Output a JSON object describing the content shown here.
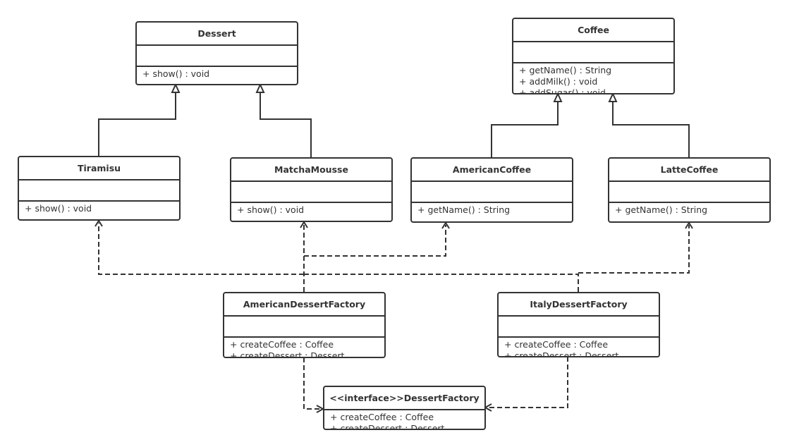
{
  "classes": {
    "dessert": {
      "name": "Dessert",
      "methods": [
        "+ show() : void"
      ]
    },
    "coffee": {
      "name": "Coffee",
      "methods": [
        "+ getName() : String",
        "+ addMilk() : void",
        "+ addSugar() : void"
      ]
    },
    "tiramisu": {
      "name": "Tiramisu",
      "methods": [
        "+ show() : void"
      ]
    },
    "matcha_mousse": {
      "name": "MatchaMousse",
      "methods": [
        "+ show() : void"
      ]
    },
    "american_coffee": {
      "name": "AmericanCoffee",
      "methods": [
        "+ getName() : String"
      ]
    },
    "latte_coffee": {
      "name": "LatteCoffee",
      "methods": [
        "+ getName() : String"
      ]
    },
    "american_dessert_factory": {
      "name": "AmericanDessertFactory",
      "methods": [
        "+ createCoffee : Coffee",
        "+ createDessert : Dessert"
      ]
    },
    "italy_dessert_factory": {
      "name": "ItalyDessertFactory",
      "methods": [
        "+ createCoffee : Coffee",
        "+ createDessert : Dessert"
      ]
    },
    "dessert_factory": {
      "name": "<<interface>>DessertFactory",
      "methods": [
        "+ createCoffee : Coffee",
        "+ createDessert : Dessert"
      ]
    }
  },
  "line_color": "#333333"
}
